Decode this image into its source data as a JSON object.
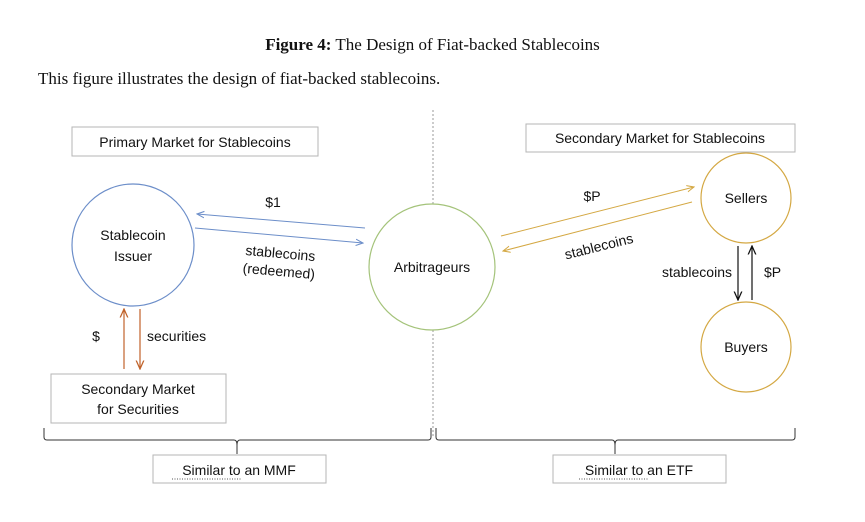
{
  "figure": {
    "label": "Figure 4:",
    "title": "The Design of Fiat-backed Stablecoins",
    "description": "This figure illustrates the design of fiat-backed stablecoins."
  },
  "diagram": {
    "primary_market_title": "Primary Market for Stablecoins",
    "secondary_market_title": "Secondary Market for Stablecoins",
    "issuer_line1": "Stablecoin",
    "issuer_line2": "Issuer",
    "arbitrageurs": "Arbitrageurs",
    "sellers": "Sellers",
    "buyers": "Buyers",
    "securities_market_line1": "Secondary Market",
    "securities_market_line2": "for Securities",
    "dollar_one": "$1",
    "stablecoins_redeemed_line1": "stablecoins",
    "stablecoins_redeemed_line2": "(redeemed)",
    "dollar_p_top": "$P",
    "stablecoins_secondary": "stablecoins",
    "stablecoins_vertical": "stablecoins",
    "dollar_p_vertical": "$P",
    "dollar_sign": "$",
    "securities": "securities",
    "similar_mmf": "Similar to an MMF",
    "similar_etf": "Similar to an ETF"
  },
  "colors": {
    "blue": "#6c8ec9",
    "green": "#a4c37a",
    "gold": "#d4a843",
    "orange": "#c0622a",
    "box_border": "#b5b5b5"
  }
}
